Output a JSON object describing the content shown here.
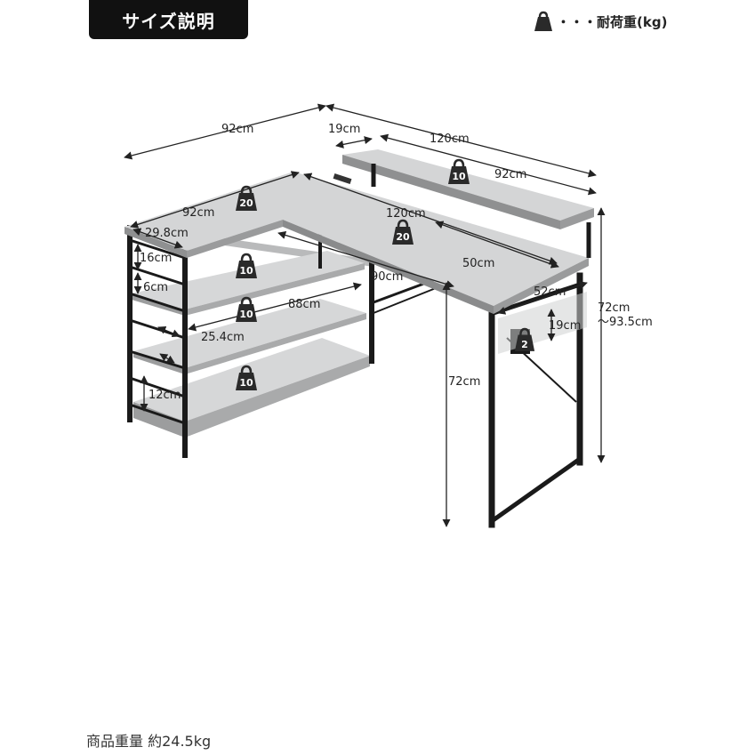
{
  "header": {
    "title": "サイズ説明"
  },
  "legend": {
    "text": "・・・耐荷重(kg)",
    "icon": "weight-icon"
  },
  "dimensions": {
    "d1": "92cm",
    "d2": "19cm",
    "d3": "120cm",
    "d4": "92cm",
    "d5": "92cm",
    "d6": "120cm",
    "d7": "29.8cm",
    "d8": "16cm",
    "d9": "6cm",
    "d10": "50cm",
    "d11": "90cm",
    "d12": "52cm",
    "d13": "88cm",
    "d14": "25.4cm",
    "d15": "19cm",
    "d16": "72cm\n～93.5cm",
    "d17": "12cm",
    "d18": "72cm"
  },
  "capacities": {
    "monitor_shelf": "10",
    "left_top": "20",
    "right_top": "20",
    "shelf1": "10",
    "shelf2": "10",
    "shelf3": "10",
    "hook": "2"
  },
  "product_weight": "商品重量 約24.5kg",
  "colors": {
    "frame": "#1a1a1a",
    "board": "#d4d5d6",
    "badge": "#111111",
    "icon": "#2a2a2a"
  }
}
